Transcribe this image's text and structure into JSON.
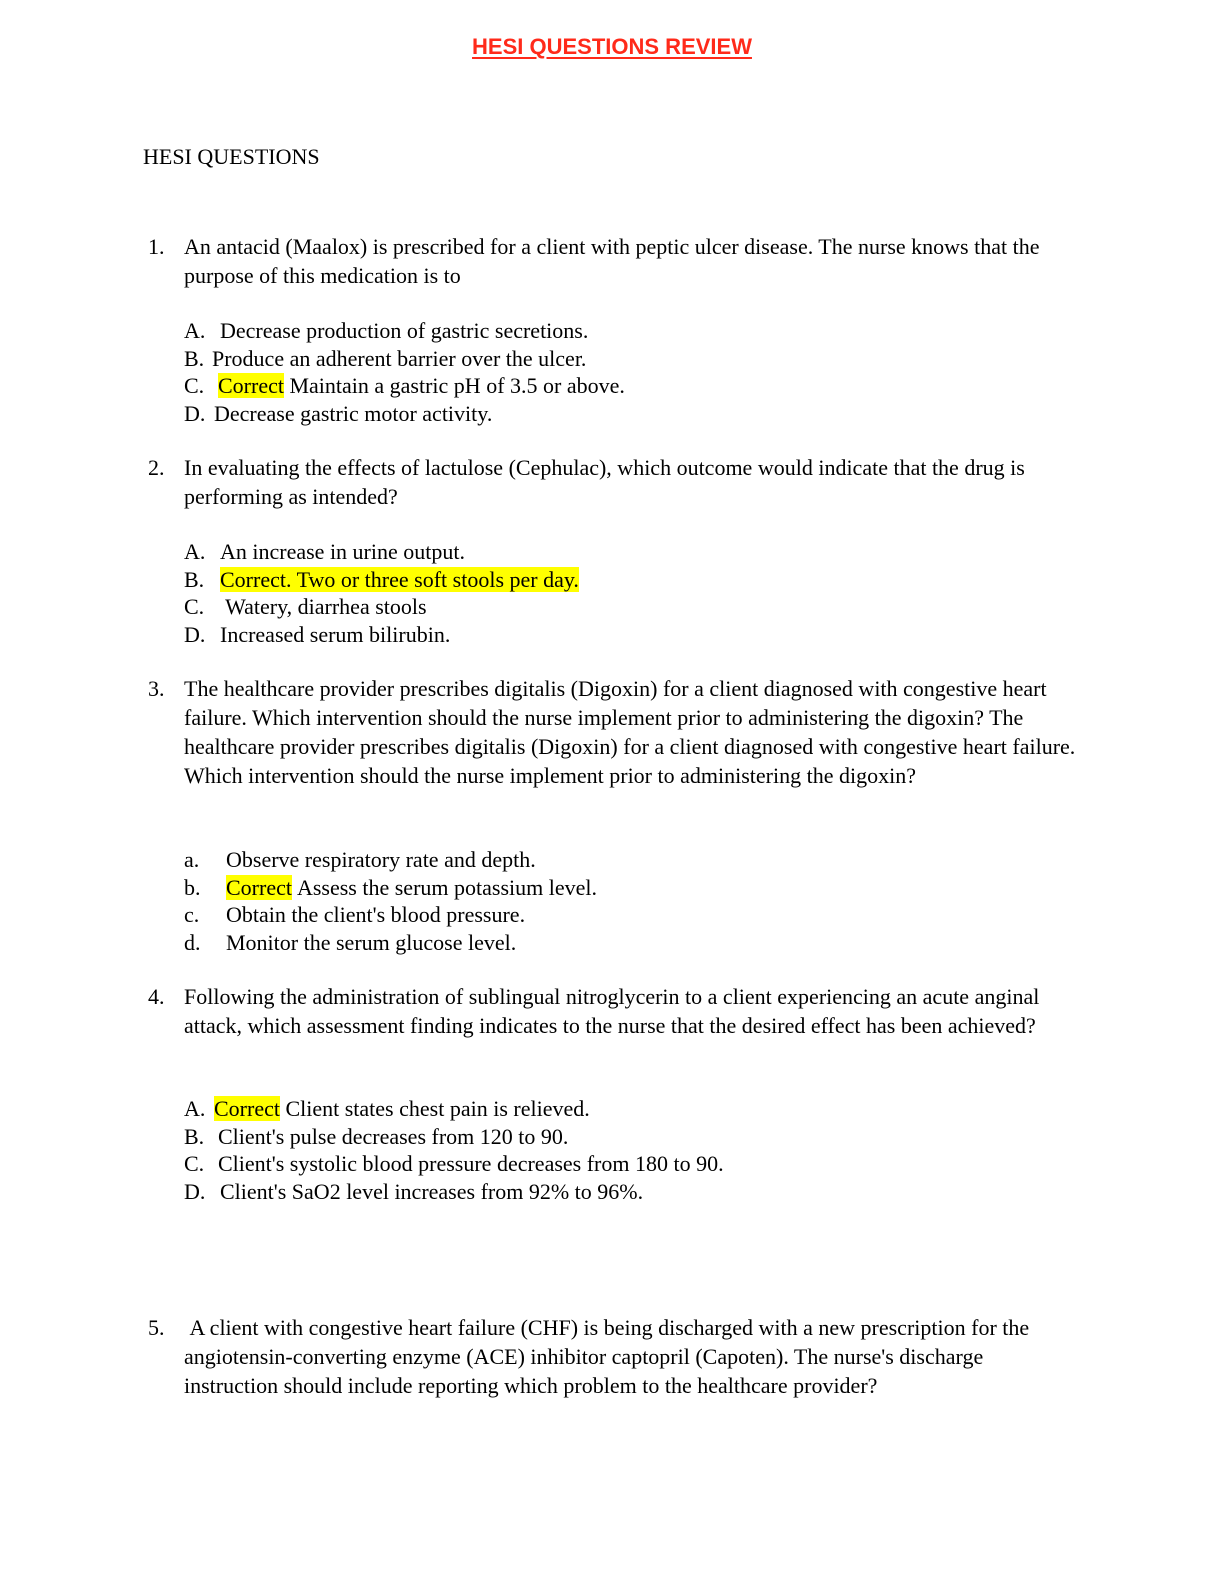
{
  "doc": {
    "title": "HESI QUESTIONS REVIEW",
    "heading": "HESI QUESTIONS"
  },
  "questions": [
    {
      "number": "1.",
      "text": "An antacid (Maalox) is prescribed for a client with peptic ulcer disease. The nurse knows that the purpose of this medication is to",
      "options": [
        {
          "label": "A.",
          "highlight": "",
          "text": "Decrease production of gastric secretions."
        },
        {
          "label": "B.",
          "highlight": "",
          "text": "Produce an adherent barrier over the ulcer."
        },
        {
          "label": "C.",
          "highlight": "Correct",
          "text": "Maintain a gastric pH of 3.5 or above."
        },
        {
          "label": "D.",
          "highlight": "",
          "text": "Decrease gastric motor activity."
        }
      ]
    },
    {
      "number": "2.",
      "text": "In evaluating the effects of lactulose (Cephulac), which outcome would indicate that the drug is performing as intended?",
      "options": [
        {
          "label": "A.",
          "highlight": "",
          "text": "An increase in urine output."
        },
        {
          "label": "B.",
          "highlight": "Correct. Two or three soft stools per day.",
          "text": ""
        },
        {
          "label": "C.",
          "highlight": "",
          "text": " Watery, diarrhea stools"
        },
        {
          "label": "D.",
          "highlight": "",
          "text": "Increased serum bilirubin."
        }
      ]
    },
    {
      "number": "3.",
      "text": "The healthcare provider prescribes digitalis (Digoxin) for a client diagnosed with congestive heart failure. Which intervention should the nurse implement prior to administering the digoxin? The healthcare provider prescribes digitalis (Digoxin) for a client diagnosed with congestive heart failure. Which intervention should the nurse implement prior to administering the digoxin?",
      "options": [
        {
          "label": "a.",
          "highlight": "",
          "text": "Observe respiratory rate and depth."
        },
        {
          "label": "b.",
          "highlight": "Correct",
          "text": "Assess the serum potassium level."
        },
        {
          "label": "c.",
          "highlight": "",
          "text": "Obtain the client's blood pressure."
        },
        {
          "label": "d.",
          "highlight": "",
          "text": "Monitor the serum glucose level."
        }
      ]
    },
    {
      "number": "4.",
      "text": "Following the administration of sublingual nitroglycerin to a client experiencing an acute anginal attack, which assessment finding indicates to the nurse that the desired effect has been achieved?",
      "options": [
        {
          "label": "A.",
          "highlight": "Correct",
          "text": "Client states chest pain is relieved."
        },
        {
          "label": "B.",
          "highlight": "",
          "text": "Client's pulse decreases from 120 to 90."
        },
        {
          "label": "C.",
          "highlight": "",
          "text": "Client's systolic blood pressure decreases from 180 to 90."
        },
        {
          "label": "D.",
          "highlight": "",
          "text": "Client's SaO2 level increases from 92% to 96%."
        }
      ]
    },
    {
      "number": "5.",
      "text": " A client with congestive heart failure (CHF) is being discharged with a new prescription for the angiotensin-converting enzyme (ACE) inhibitor captopril (Capoten). The nurse's discharge instruction should include reporting which problem to the healthcare provider?",
      "options": []
    }
  ]
}
